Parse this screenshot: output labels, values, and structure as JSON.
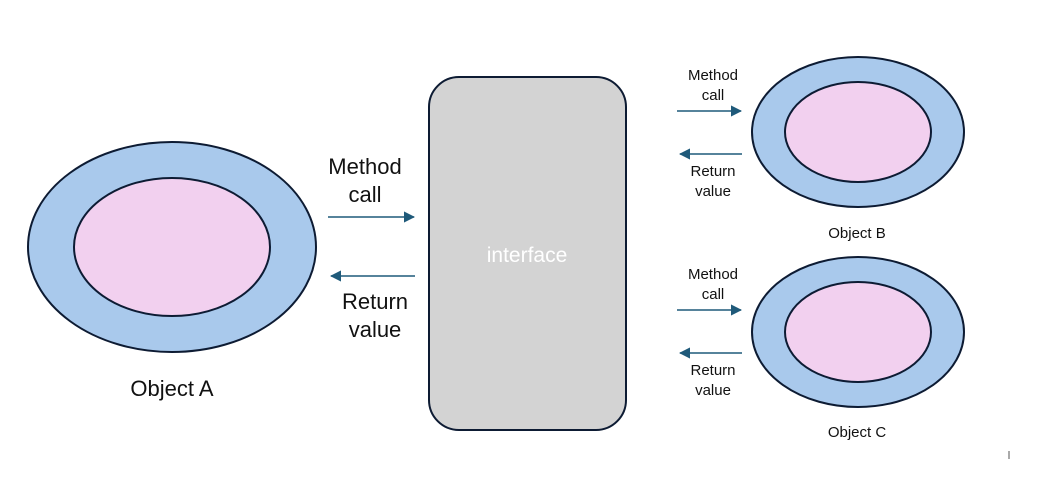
{
  "interface": {
    "label": "interface"
  },
  "object_a": {
    "label": "Object A",
    "method_call": [
      "Method",
      "call"
    ],
    "return_value": [
      "Return",
      "value"
    ]
  },
  "object_b": {
    "label": "Object B",
    "method_call": [
      "Method",
      "call"
    ],
    "return_value": [
      "Return",
      "value"
    ]
  },
  "object_c": {
    "label": "Object C",
    "method_call": [
      "Method",
      "call"
    ],
    "return_value": [
      "Return",
      "value"
    ]
  },
  "colors": {
    "outer_fill": "#a9c9ec",
    "inner_fill": "#f2d0ef",
    "interface_fill": "#d3d3d3",
    "outline": "#0d1b33",
    "arrow": "#1f5a7a"
  }
}
